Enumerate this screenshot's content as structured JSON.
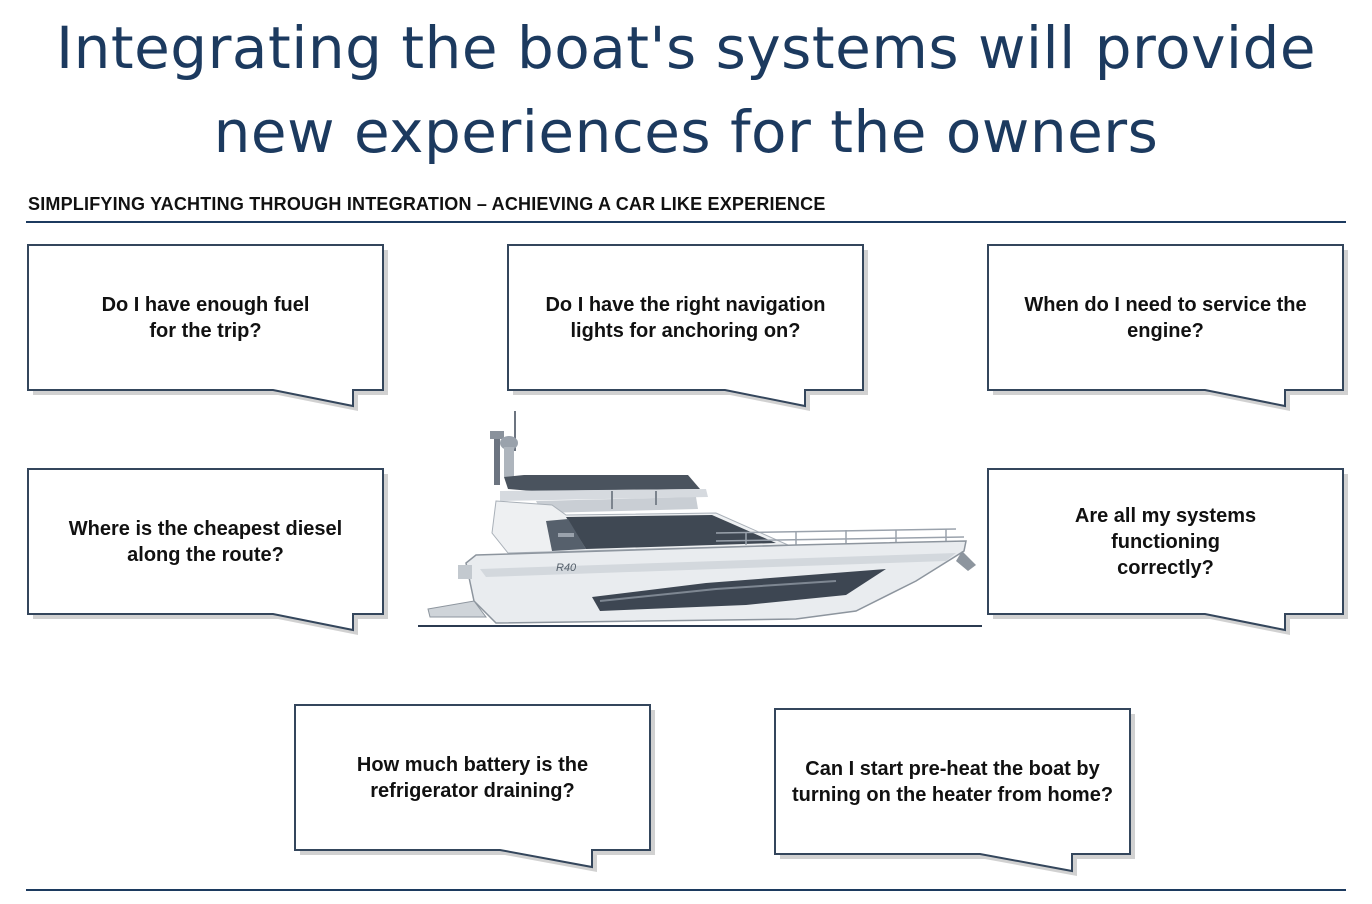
{
  "slide": {
    "title_line1": "Integrating the boat's systems will provide",
    "title_line2": "new experiences for the owners",
    "subtitle": "SIMPLIFYING YACHTING THROUGH INTEGRATION – ACHIEVING A CAR  LIKE EXPERIENCE"
  },
  "questions": {
    "fuel": "Do I have enough fuel for the trip?",
    "nav_lights": "Do I have the right navigation lights for anchoring on?",
    "service": "When do I need to service the engine?",
    "diesel": "Where is the cheapest diesel along the route?",
    "systems": "Are all my systems functioning correctly?",
    "battery": "How much battery is the refrigerator draining?",
    "preheat": "Can I start pre-heat the boat by turning on the heater from home?"
  },
  "colors": {
    "title": "#1c3a5f",
    "border": "#34465c",
    "boat_dark": "#3d4652",
    "boat_hull": "#e9ecef"
  },
  "boat": {
    "hull_badge": "R40",
    "icon": "yacht-illustration"
  }
}
